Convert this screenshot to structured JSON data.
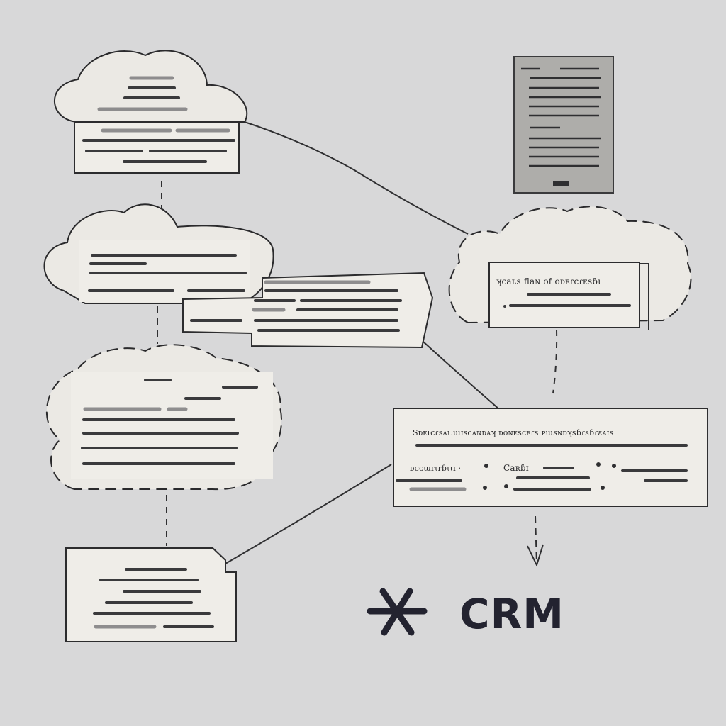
{
  "nodes": {
    "right_cloud": {
      "caption": "ʞcaʟs ﬂaɴ ᴏf ᴏᴅᴇɾcɾᴇsɓɩ"
    },
    "wide_box": {
      "header": "Sᴅᴇɩᴄɾsᴀɩ.ɯɪsᴄᴀɴᴅᴀʞ ᴅᴏɴᴇsᴄᴇɾs ᴩɯsɴᴅʞsɓɾsɓɾɛᴀɪs",
      "row_left": "ᴅᴄᴄɯɾɩɾɓɩɩɪ ·",
      "row_mid": "Caʀɓɪ"
    }
  },
  "brand": {
    "name": "CRM",
    "icon": "asterisk-icon"
  },
  "colors": {
    "background": "#d8d8d9",
    "node_fill": "#efede8",
    "document_fill": "#aeadaa",
    "ink": "#232330"
  }
}
